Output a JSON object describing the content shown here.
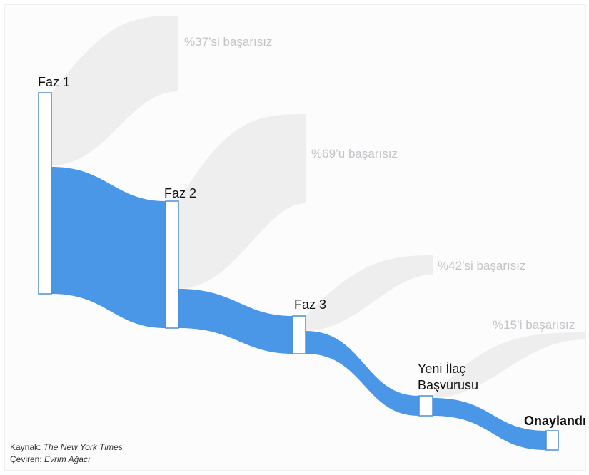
{
  "colors": {
    "flow": "#4a97e8",
    "fail_flow": "#eeeeef",
    "node_fill": "#ffffff",
    "node_stroke": "#4a8fd6"
  },
  "stages": [
    {
      "id": "faz1",
      "label": "Faz 1"
    },
    {
      "id": "faz2",
      "label": "Faz 2"
    },
    {
      "id": "faz3",
      "label": "Faz 3"
    },
    {
      "id": "yia",
      "label_lines": [
        "Yeni İlaç",
        "Başvurusu"
      ]
    },
    {
      "id": "onay",
      "label": "Onaylandı"
    }
  ],
  "failures": [
    {
      "from": "faz1",
      "label": "%37’si başarısız",
      "percent": 37
    },
    {
      "from": "faz2",
      "label": "%69’u başarısız",
      "percent": 69
    },
    {
      "from": "faz3",
      "label": "%42’si başarısız",
      "percent": 42
    },
    {
      "from": "yia",
      "label": "%15’i başarısız",
      "percent": 15
    }
  ],
  "source": {
    "kaynak_label": "Kaynak:",
    "kaynak_value": "The New York Times",
    "ceviren_label": "Çeviren:",
    "ceviren_value": "Evrim Ağacı"
  }
}
